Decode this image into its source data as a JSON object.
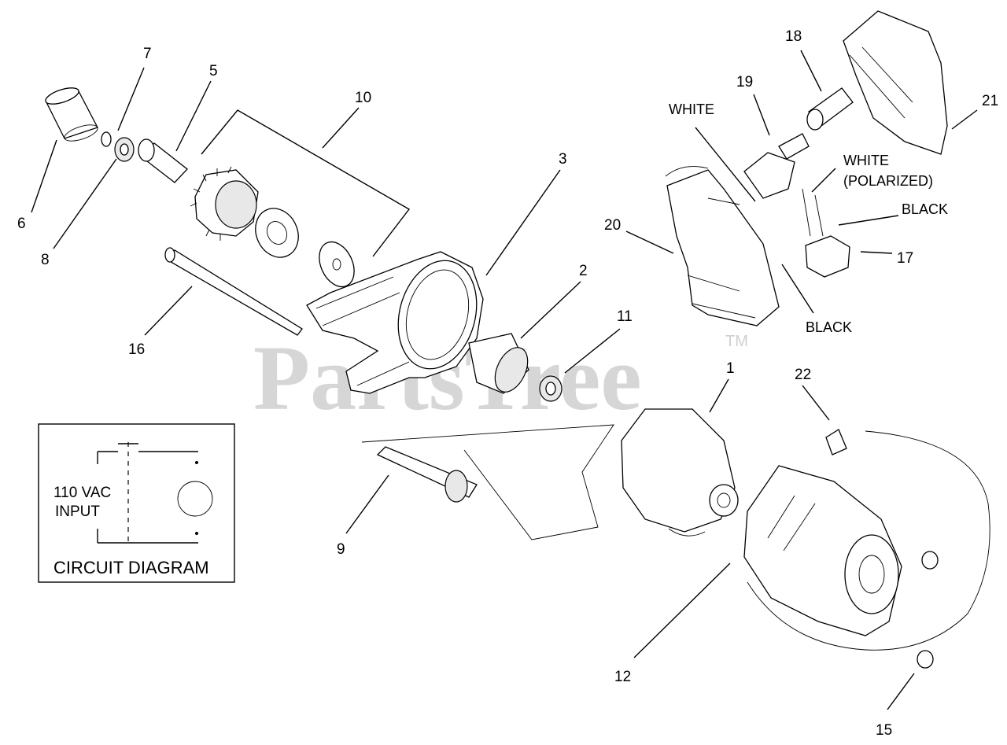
{
  "watermark": {
    "text": "PartsTree",
    "trademark": "TM"
  },
  "callouts": {
    "c1": "1",
    "c2": "2",
    "c3": "3",
    "c5": "5",
    "c6": "6",
    "c7": "7",
    "c8": "8",
    "c9": "9",
    "c10": "10",
    "c11": "11",
    "c12": "12",
    "c15": "15",
    "c16": "16",
    "c17": "17",
    "c18": "18",
    "c19": "19",
    "c20": "20",
    "c21": "21",
    "c22": "22"
  },
  "wire_labels": {
    "white": "WHITE",
    "white_polarized_1": "WHITE",
    "white_polarized_2": "(POLARIZED)",
    "black_top": "BLACK",
    "black_bottom": "BLACK"
  },
  "circuit_diagram": {
    "input_line1": "110 VAC",
    "input_line2": "INPUT",
    "title": "CIRCUIT DIAGRAM"
  }
}
